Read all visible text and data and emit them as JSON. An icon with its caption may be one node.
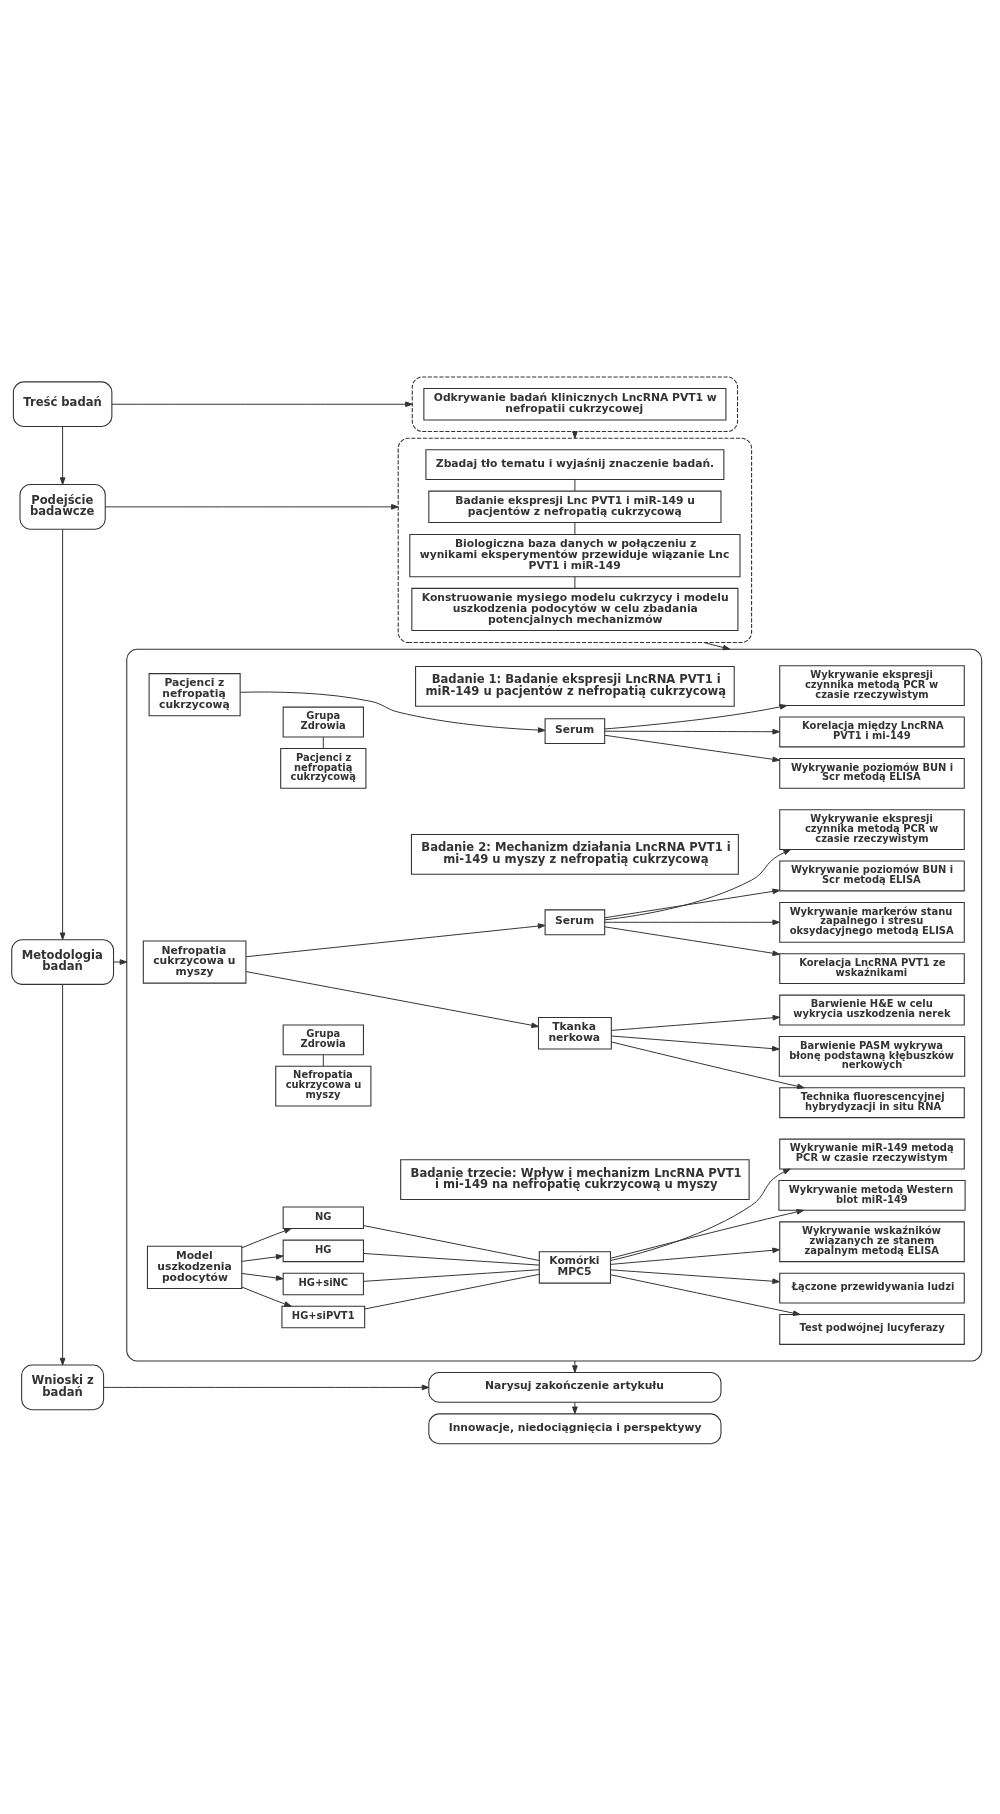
{
  "diagram": {
    "nodes": [
      {
        "text": [
          "Treść badań"
        ]
      },
      {
        "text": [
          "Podejście badawcze"
        ]
      },
      {
        "text": [
          "Metodologia badań"
        ]
      },
      {
        "text": [
          "Wnioski z badań"
        ]
      },
      {
        "text": [],
        "shape": "box"
      },
      {
        "text": [
          "Odkrywanie badań klinicznych LncRNA PVT1 w nefropatii cukrzycowej"
        ],
        "in": 4
      },
      {
        "text": [],
        "shape": "box"
      },
      {
        "text": [
          "Zbadaj tło tematu i wyjaśnij znaczenie badań."
        ],
        "in": 6
      },
      {
        "text": [
          "Badanie ekspresji Lnc PVT1 i miR-149 u pacjentów z nefropatią cukrzycową"
        ],
        "in": 6
      },
      {
        "text": [
          "Biologiczna baza danych w połączeniu z wynikami eksperymentów przewiduje wiązanie Lnc PVT1 i miR-149"
        ],
        "in": 6
      },
      {
        "text": [
          "Konstruowanie mysiego modelu cukrzycy i modelu uszkodzenia podocytów w celu zbadania potencjalnych mechanizmów"
        ],
        "in": 6
      },
      {
        "text": [],
        "shape": "box"
      },
      {
        "text": [
          "Badanie 1: Badanie ekspresji LncRNA PVT1 i miR-149 u pacjentów z nefropatią cukrzycową"
        ],
        "in": 11
      },
      {
        "text": [
          "Pacjenci z nefropatią cukrzycową"
        ],
        "in": 11
      },
      {
        "text": [
          "Grupa Zdrowia"
        ],
        "in": 11
      },
      {
        "text": [
          "Pacjenci z nefropatią cukrzycową"
        ],
        "in": 11
      },
      {
        "text": [
          "Serum"
        ],
        "in": 11
      },
      {
        "text": [
          "Wykrywanie ekspresji czynnika metodą PCR w czasie rzeczywistym"
        ],
        "in": 11
      },
      {
        "text": [
          "Korelacja między LncRNA PVT1 i mi-149"
        ],
        "in": 11
      },
      {
        "text": [
          "Wykrywanie poziomów BUN i Scr metodą ELISA"
        ],
        "in": 11
      },
      {
        "text": [
          "Badanie 2: Mechanizm działania LncRNA PVT1 i mi-149 u myszy z nefropatią cukrzycową"
        ],
        "in": 11
      },
      {
        "text": [
          "Nefropatia cukrzycowa u myszy"
        ],
        "in": 11
      },
      {
        "text": [
          "Grupa Zdrowia"
        ],
        "in": 11
      },
      {
        "text": [
          "Nefropatia cukrzycowa u myszy"
        ],
        "in": 11
      },
      {
        "text": [
          "Serum"
        ],
        "in": 11
      },
      {
        "text": [
          "Tkanka nerkowa"
        ],
        "in": 11
      },
      {
        "text": [
          "Wykrywanie ekspresji czynnika metodą PCR w czasie rzeczywistym"
        ],
        "in": 11
      },
      {
        "text": [
          "Wykrywanie poziomów BUN i Scr metodą ELISA"
        ],
        "in": 11
      },
      {
        "text": [
          "Wykrywanie markerów stanu zapalnego i stresu oksydacyjnego metodą ELISA"
        ],
        "in": 11
      },
      {
        "text": [
          "Korelacja LncRNA PVT1 ze wskaźnikami"
        ],
        "in": 11
      },
      {
        "text": [
          "Barwienie H&E w celu wykrycia uszkodzenia nerek"
        ],
        "in": 11
      },
      {
        "text": [
          "Barwienie PASM wykrywa błonę podstawną kłębuszków nerkowych"
        ],
        "in": 11
      },
      {
        "text": [
          "Technika fluorescencyjnej hybrydyzacji in situ RNA"
        ],
        "in": 11
      },
      {
        "text": [
          "Badanie trzecie: Wpływ i mechanizm LncRNA PVT1 i mi-149 na nefropatię cukrzycową u myszy"
        ],
        "in": 11
      },
      {
        "text": [
          "Model uszkodzenia podocytów"
        ],
        "in": 11
      },
      {
        "text": [
          "NG"
        ],
        "in": 11
      },
      {
        "text": [
          "HG"
        ],
        "in": 11
      },
      {
        "text": [
          "HG+siNC"
        ],
        "in": 11
      },
      {
        "text": [
          "HG+siPVT1"
        ],
        "in": 11
      },
      {
        "text": [
          "Komórki MPC5"
        ],
        "in": 11
      },
      {
        "text": [
          "Wykrywanie miR-149 metodą PCR w czasie rzeczywistym"
        ],
        "in": 11
      },
      {
        "text": [
          "Wykrywanie metodą Western blot miR-149"
        ],
        "in": 11
      },
      {
        "text": [
          "Wykrywanie wskaźników związanych ze stanem zapalnym metodą ELISA"
        ],
        "in": 11
      },
      {
        "text": [
          "Łączone przewidywania ludzi"
        ],
        "in": 11
      },
      {
        "text": [
          "Test podwójnej lucyferazy"
        ],
        "in": 11
      },
      {
        "text": [
          "Narysuj zakończenie artykułu"
        ]
      },
      {
        "text": [
          "Innowacje, niedociągnięcia i perspektywy"
        ]
      }
    ],
    "edges": [
      {
        "from": 0,
        "to": 1,
        "arrow": "to"
      },
      {
        "from": 1,
        "to": 2,
        "arrow": "to"
      },
      {
        "from": 2,
        "to": 3,
        "arrow": "to"
      },
      {
        "from": 0,
        "to": 4,
        "arrow": "to"
      },
      {
        "from": 4,
        "to": 6,
        "arrow": "to"
      },
      {
        "from": 1,
        "to": 6,
        "arrow": "to"
      },
      {
        "from": 8,
        "to": 7,
        "arrow": "none"
      },
      {
        "from": 9,
        "to": 8,
        "arrow": "none"
      },
      {
        "from": 10,
        "to": 9,
        "arrow": "none"
      },
      {
        "from": 6,
        "to": 11,
        "arrow": "to"
      },
      {
        "from": 2,
        "to": 11,
        "arrow": "to"
      },
      {
        "from": 13,
        "to": 16,
        "arrow": "to"
      },
      {
        "from": 15,
        "to": 14,
        "arrow": "none"
      },
      {
        "from": 16,
        "to": 19,
        "arrow": "to"
      },
      {
        "from": 16,
        "to": 18,
        "arrow": "to"
      },
      {
        "from": 16,
        "to": 17,
        "arrow": "to"
      },
      {
        "from": 21,
        "to": 25,
        "arrow": "to"
      },
      {
        "from": 21,
        "to": 24,
        "arrow": "to"
      },
      {
        "from": 23,
        "to": 22,
        "arrow": "none"
      },
      {
        "from": 24,
        "to": 29,
        "arrow": "to"
      },
      {
        "from": 24,
        "to": 28,
        "arrow": "to"
      },
      {
        "from": 24,
        "to": 27,
        "arrow": "to"
      },
      {
        "from": 24,
        "to": 26,
        "arrow": "to"
      },
      {
        "from": 25,
        "to": 32,
        "arrow": "to"
      },
      {
        "from": 25,
        "to": 31,
        "arrow": "to"
      },
      {
        "from": 25,
        "to": 30,
        "arrow": "to"
      },
      {
        "from": 34,
        "to": 38,
        "arrow": "to"
      },
      {
        "from": 34,
        "to": 37,
        "arrow": "to"
      },
      {
        "from": 34,
        "to": 36,
        "arrow": "to"
      },
      {
        "from": 34,
        "to": 35,
        "arrow": "to"
      },
      {
        "from": 38,
        "to": 39,
        "arrow": "none"
      },
      {
        "from": 37,
        "to": 39,
        "arrow": "none"
      },
      {
        "from": 36,
        "to": 39,
        "arrow": "none"
      },
      {
        "from": 35,
        "to": 39,
        "arrow": "none"
      },
      {
        "from": 39,
        "to": 44,
        "arrow": "to"
      },
      {
        "from": 39,
        "to": 43,
        "arrow": "to"
      },
      {
        "from": 39,
        "to": 42,
        "arrow": "to"
      },
      {
        "from": 39,
        "to": 41,
        "arrow": "to"
      },
      {
        "from": 39,
        "to": 40,
        "arrow": "to"
      },
      {
        "from": 11,
        "to": 45,
        "arrow": "to"
      },
      {
        "from": 3,
        "to": 45,
        "arrow": "to"
      },
      {
        "from": 45,
        "to": 46,
        "arrow": "to"
      }
    ]
  }
}
